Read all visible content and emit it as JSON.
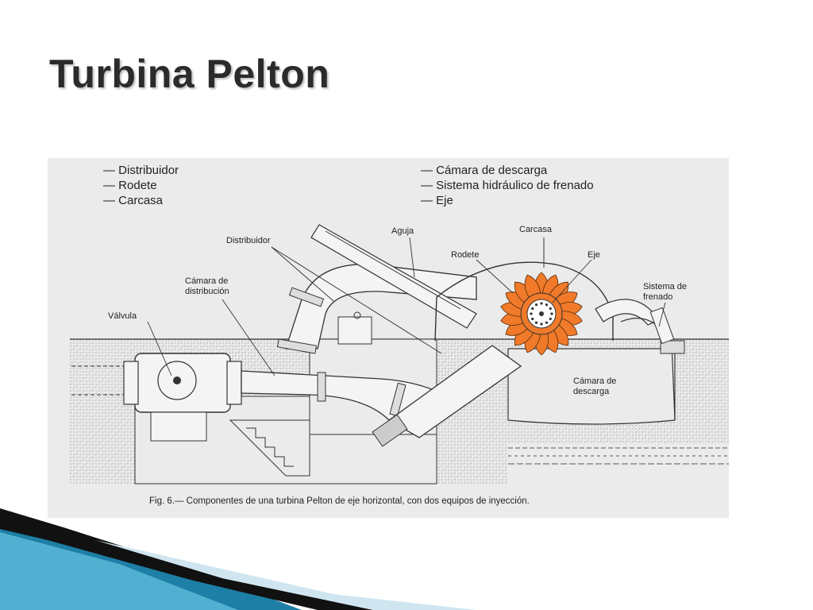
{
  "slide": {
    "title": "Turbina Pelton"
  },
  "figure": {
    "legend_left": [
      "Distribuidor",
      "Rodete",
      "Carcasa"
    ],
    "legend_right": [
      "Cámara de descarga",
      "Sistema hidráulico de frenado",
      "Eje"
    ],
    "callouts": {
      "distribuidor": "Distribuidor",
      "aguja": "Aguja",
      "carcasa": "Carcasa",
      "rodete": "Rodete",
      "eje": "Eje",
      "sistema_frenado_1": "Sistema de",
      "sistema_frenado_2": "frenado",
      "camara_distribucion_1": "Cámara de",
      "camara_distribucion_2": "distribución",
      "valvula": "Válvula",
      "camara_descarga_1": "Cámara de",
      "camara_descarga_2": "descarga"
    },
    "caption": "Fig. 6.— Componentes de una turbina Pelton de eje horizontal, con dos equipos de inyección.",
    "colors": {
      "runner": "#f07a2a",
      "line": "#333333",
      "figure_bg": "#ebebeb"
    }
  },
  "theme": {
    "swoosh_colors": [
      "#1d7fa6",
      "#5bb8d8",
      "#111111",
      "#cfe6f0"
    ]
  }
}
